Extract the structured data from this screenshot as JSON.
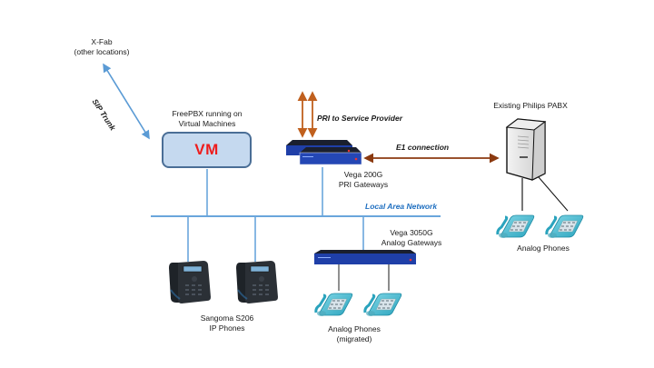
{
  "colors": {
    "lan": "#6aa6dc",
    "sip_arrow": "#5b9bd5",
    "pri_arrow": "#c0601e",
    "e1_arrow": "#8b3a10",
    "vm_fill": "#c5d9ef",
    "vm_border": "#4a6e96",
    "vm_text": "#ee1c1c",
    "gateway_blue": "#1f3fa8",
    "analog_phone": "#3fb6cc",
    "lan_label": "#1f6fc0"
  },
  "nodes": {
    "xfab": {
      "line1": "X-Fab",
      "line2": "(other locations)"
    },
    "freepbx": {
      "line1": "FreePBX running on",
      "line2": "Virtual Machines",
      "box_text": "VM"
    },
    "vega200g": {
      "line1": "Vega 200G",
      "line2": "PRI Gateways"
    },
    "vega3050g": {
      "line1": "Vega 3050G",
      "line2": "Analog Gateways"
    },
    "philips": {
      "title": "Existing Philips PABX"
    },
    "ip_phones": {
      "line1": "Sangoma S206",
      "line2": "IP Phones"
    },
    "analog_migrated": {
      "line1": "Analog Phones",
      "line2": "(migrated)"
    },
    "analog_existing": {
      "line1": "Analog Phones"
    }
  },
  "links": {
    "sip_trunk": "SIP Trunk",
    "pri": "PRI to Service Provider",
    "e1": "E1 connection",
    "lan": "Local Area Network"
  }
}
